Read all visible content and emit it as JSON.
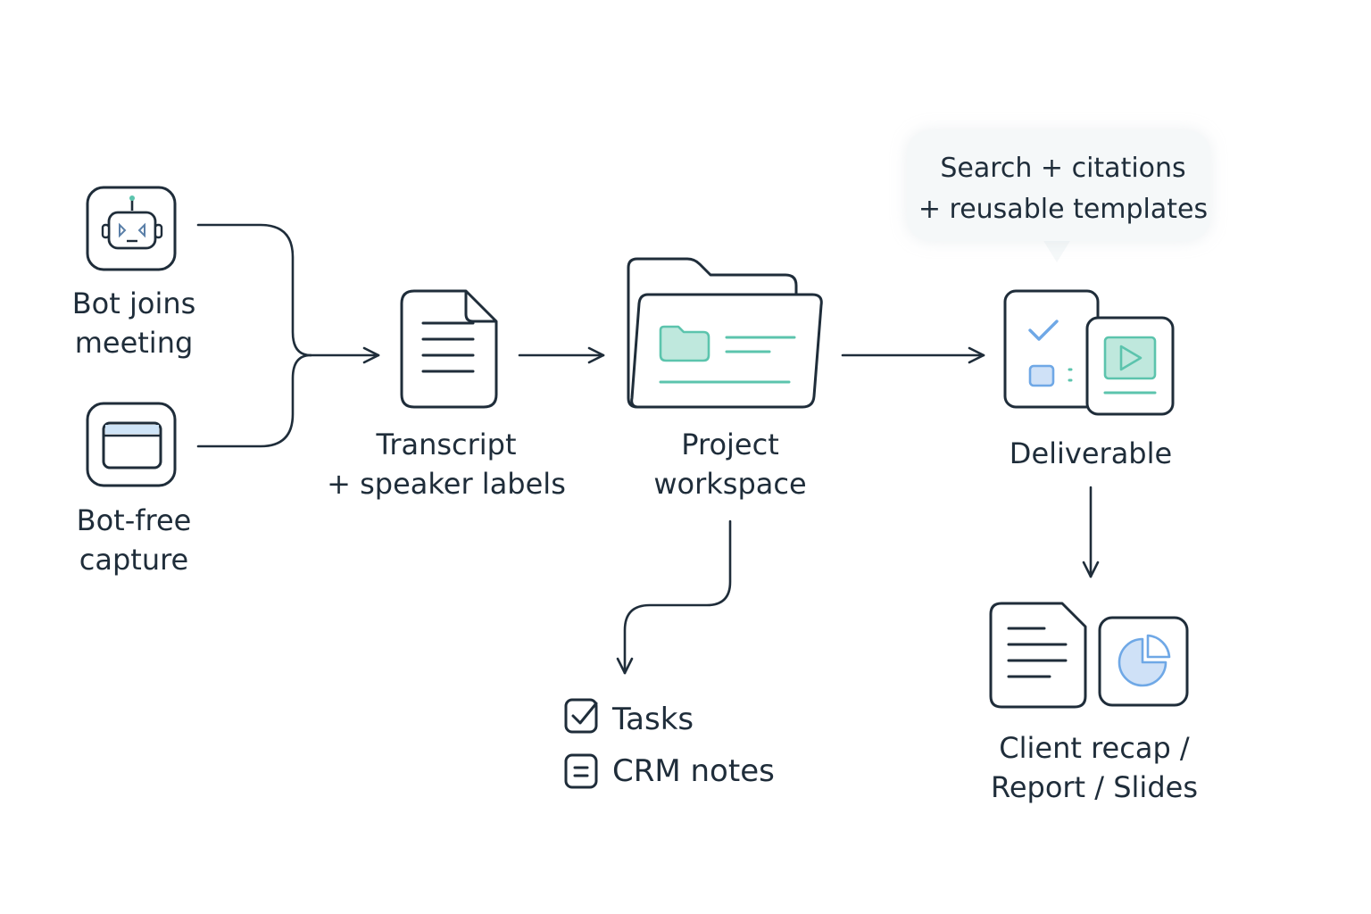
{
  "nodes": {
    "bot_joins": {
      "line1": "Bot joins",
      "line2": "meeting"
    },
    "bot_free": {
      "line1": "Bot-free",
      "line2": "capture"
    },
    "transcript": {
      "line1": "Transcript",
      "line2": "+ speaker labels"
    },
    "workspace": {
      "line1": "Project",
      "line2": "workspace"
    },
    "deliverable": {
      "line1": "Deliverable"
    },
    "client_recap": {
      "line1": "Client recap /",
      "line2": "Report / Slides"
    }
  },
  "callout": {
    "line1": "Search + citations",
    "line2": "+ reusable templates"
  },
  "outputs": [
    {
      "label": "Tasks",
      "icon": "checkbox-icon"
    },
    {
      "label": "CRM notes",
      "icon": "note-icon"
    }
  ],
  "colors": {
    "stroke": "#1f2d3a",
    "accent_teal": "#5cc4ad",
    "accent_blue": "#6fa8e6",
    "callout_bg": "#f5f8f9"
  }
}
